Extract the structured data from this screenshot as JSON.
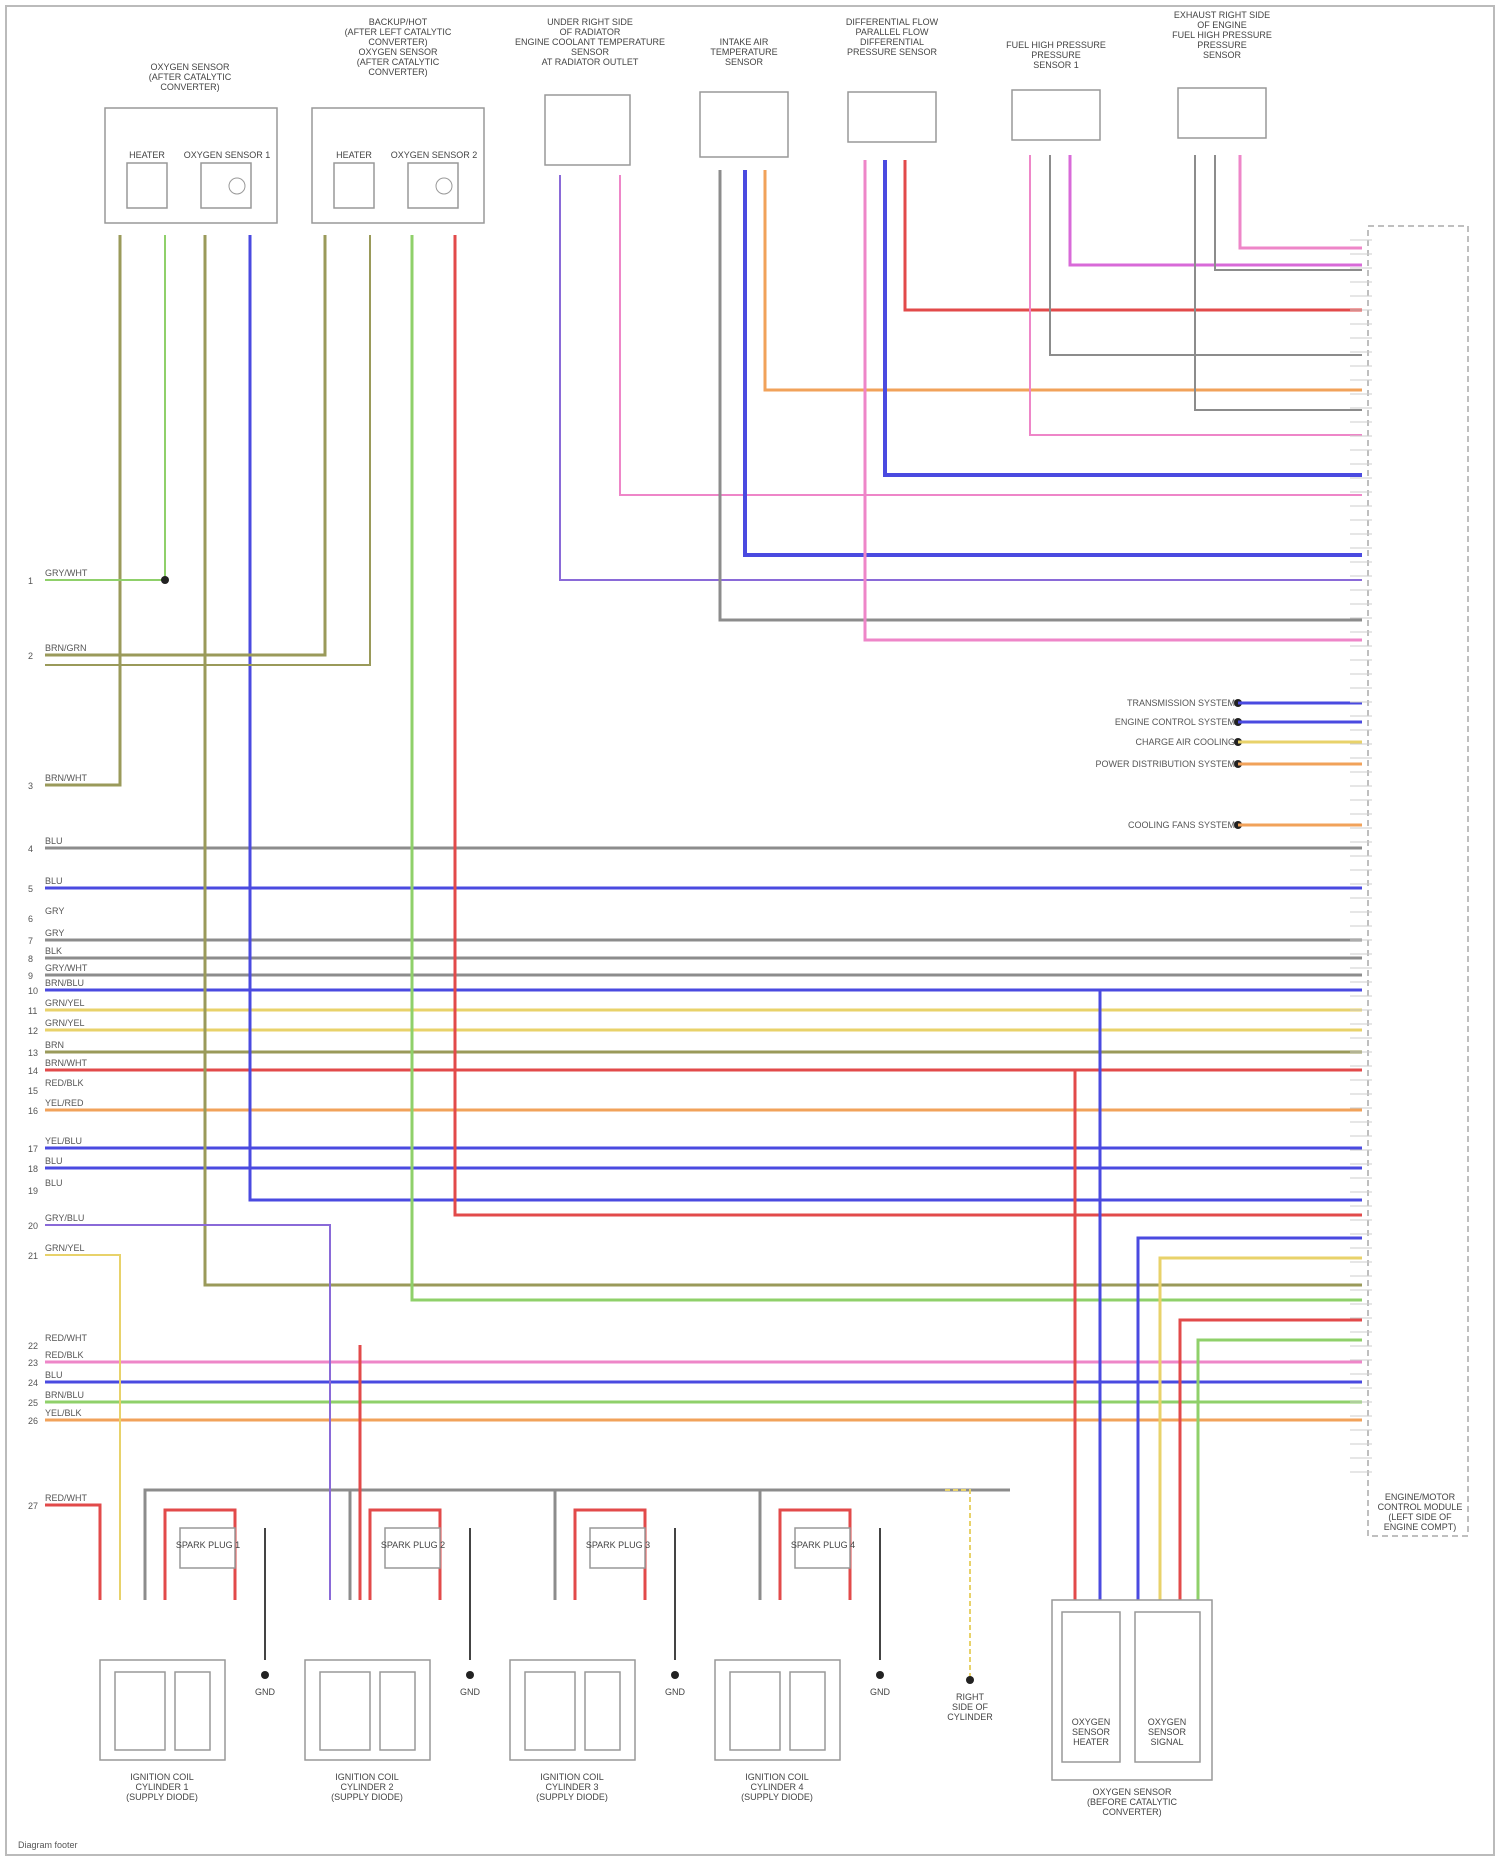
{
  "diagram": {
    "top_components": [
      {
        "id": "c1",
        "title": [
          "OXYGEN SENSOR",
          "(AFTER CATALYTIC",
          "CONVERTER)"
        ],
        "sub": [
          "HEATER",
          "OXYGEN SENSOR 1"
        ]
      },
      {
        "id": "c2",
        "title": [
          "BACKUP/HOT",
          "(AFTER LEFT CATALYTIC",
          "CONVERTER)",
          "OXYGEN SENSOR",
          "(AFTER CATALYTIC",
          "CONVERTER)"
        ],
        "sub": [
          "HEATER",
          "OXYGEN SENSOR 2"
        ]
      },
      {
        "id": "c3",
        "title": [
          "UNDER RIGHT SIDE",
          "OF RADIATOR",
          "ENGINE COOLANT TEMPERATURE",
          "SENSOR",
          "AT RADIATOR OUTLET"
        ],
        "sub": []
      },
      {
        "id": "c4",
        "title": [
          "INTAKE AIR",
          "TEMPERATURE",
          "SENSOR"
        ],
        "sub": []
      },
      {
        "id": "c5",
        "title": [
          "DIFFERENTIAL FLOW",
          "PARALLEL FLOW",
          "DIFFERENTIAL",
          "PRESSURE SENSOR"
        ],
        "sub": []
      },
      {
        "id": "c6",
        "title": [
          "FUEL HIGH PRESSURE",
          "PRESSURE",
          "SENSOR 1"
        ],
        "sub": []
      },
      {
        "id": "c7",
        "title": [
          "EXHAUST RIGHT SIDE",
          "OF ENGINE",
          "FUEL HIGH PRESSURE",
          "PRESSURE",
          "SENSOR"
        ],
        "sub": []
      }
    ],
    "external_systems": [
      "TRANSMISSION SYSTEM",
      "ENGINE CONTROL SYSTEM",
      "CHARGE AIR COOLING",
      "POWER DISTRIBUTION SYSTEM",
      "COOLING FANS SYSTEM"
    ],
    "left_pins": [
      "1",
      "2",
      "3",
      "4",
      "5",
      "6",
      "7",
      "8",
      "9",
      "10",
      "11",
      "12",
      "13",
      "14",
      "15",
      "16",
      "17",
      "18",
      "19",
      "20",
      "21",
      "22",
      "23",
      "24",
      "25",
      "26",
      "27"
    ],
    "left_wire_labels": [
      "GRY/WHT",
      "BRN/GRN",
      "BRN/WHT",
      "BLU",
      "BLU",
      "GRY",
      "GRY",
      "BLK",
      "GRY/WHT",
      "BRN/BLU",
      "GRN/YEL",
      "GRN/YEL",
      "BRN",
      "BRN/WHT",
      "RED/BLK",
      "YEL/RED",
      "YEL/BLU",
      "BLU",
      "BLU",
      "GRY/BLU",
      "GRN/YEL",
      "RED/WHT",
      "RED/BLK",
      "BLU",
      "BRN/BLU",
      "YEL/BLK",
      "RED/WHT"
    ],
    "ecm_label": [
      "ENGINE/MOTOR",
      "CONTROL MODULE",
      "(LEFT SIDE OF",
      "ENGINE COMPT)"
    ],
    "bottom_components": [
      {
        "id": "ic1",
        "title": [
          "IGNITION COIL",
          "CYLINDER 1",
          "(SUPPLY DIODE)"
        ],
        "plug": "SPARK PLUG 1"
      },
      {
        "id": "ic2",
        "title": [
          "IGNITION COIL",
          "CYLINDER 2",
          "(SUPPLY DIODE)"
        ],
        "plug": "SPARK PLUG 2"
      },
      {
        "id": "ic3",
        "title": [
          "IGNITION COIL",
          "CYLINDER 3",
          "(SUPPLY DIODE)"
        ],
        "plug": "SPARK PLUG 3"
      },
      {
        "id": "ic4",
        "title": [
          "IGNITION COIL",
          "CYLINDER 4",
          "(SUPPLY DIODE)"
        ],
        "plug": "SPARK PLUG 4"
      }
    ],
    "grounds": [
      "GND",
      "GND",
      "GND",
      "GND"
    ],
    "ground_right": [
      "RIGHT",
      "SIDE OF",
      "CYLINDER"
    ],
    "oxy_bottom": {
      "title": [
        "OXYGEN SENSOR",
        "(BEFORE CATALYTIC",
        "CONVERTER)"
      ],
      "sub1": [
        "OXYGEN",
        "SENSOR",
        "HEATER"
      ],
      "sub2": [
        "OXYGEN",
        "SENSOR",
        "SIGNAL"
      ]
    },
    "footer": "Diagram footer",
    "colors": {
      "red": "#e24a4a",
      "blue": "#4a4ae0",
      "pink": "#ee86c8",
      "orange": "#f1a25a",
      "green": "#8fd06a",
      "olive": "#9a9a5a",
      "gray": "#8c8c8c",
      "yellow": "#e8d26a",
      "violet": "#8a6ad8",
      "magenta": "#d86ad8"
    }
  }
}
